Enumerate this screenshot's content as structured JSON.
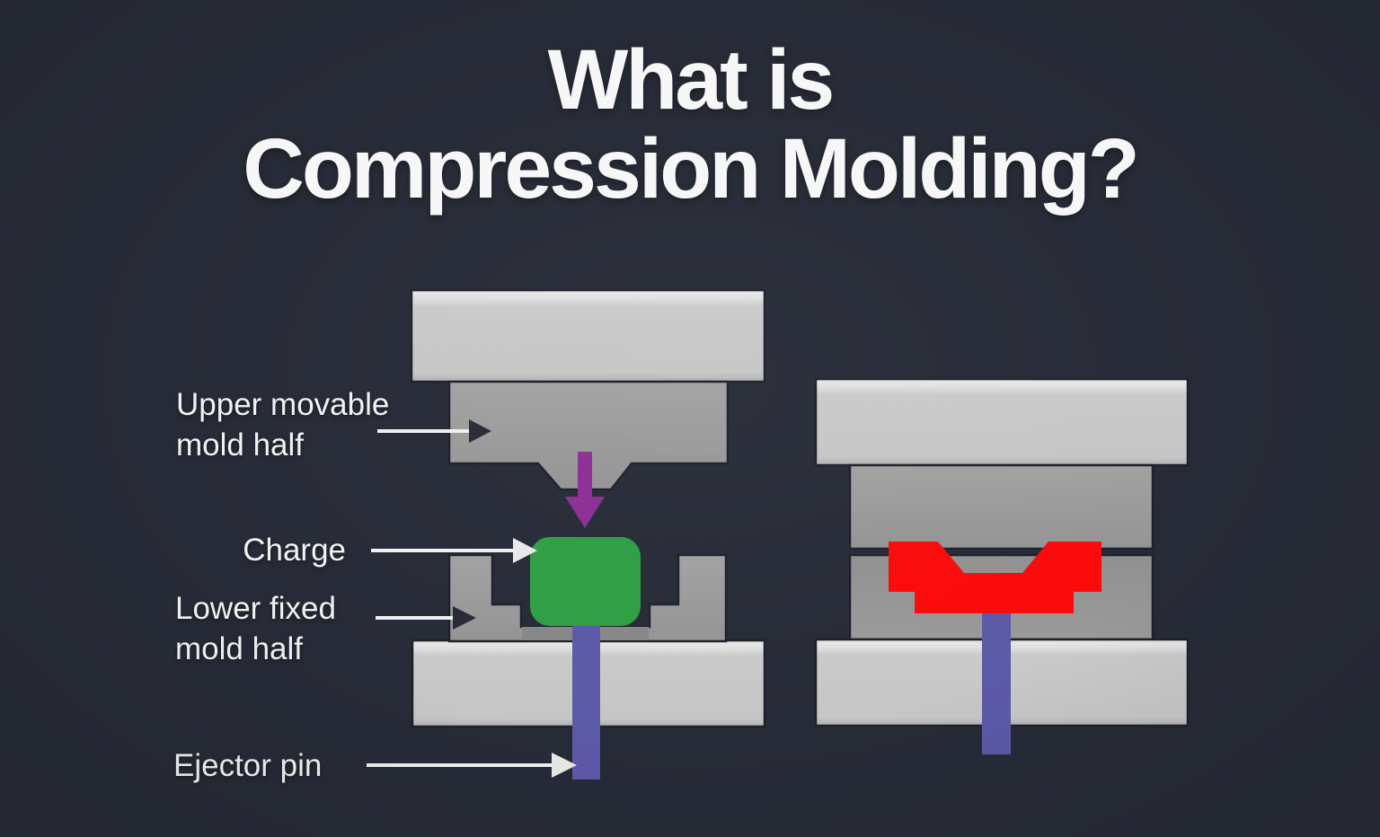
{
  "title": {
    "line1": "What is",
    "line2": "Compression Molding?"
  },
  "labels": {
    "upper_mold": {
      "line1": "Upper movable",
      "line2": "mold half"
    },
    "charge": {
      "line1": "Charge"
    },
    "lower_mold": {
      "line1": "Lower fixed",
      "line2": "mold half"
    },
    "ejector_pin": {
      "line1": "Ejector pin"
    }
  },
  "colors": {
    "background": "#272b37",
    "charge_green": "#2f9e44",
    "molded_part_red": "#fb0b0b",
    "ejector_pin_blue": "#5c59a7",
    "press_arrow_purple": "#8c2e95",
    "mold_block_gray": "#9c9c9c",
    "press_plate_gray": "#c9c9c9",
    "label_text": "#f2f2f2",
    "pointer_line": "#f0f0f0",
    "pointer_head_dark": "#272b37",
    "pointer_head_light": "#e9e9e9"
  }
}
